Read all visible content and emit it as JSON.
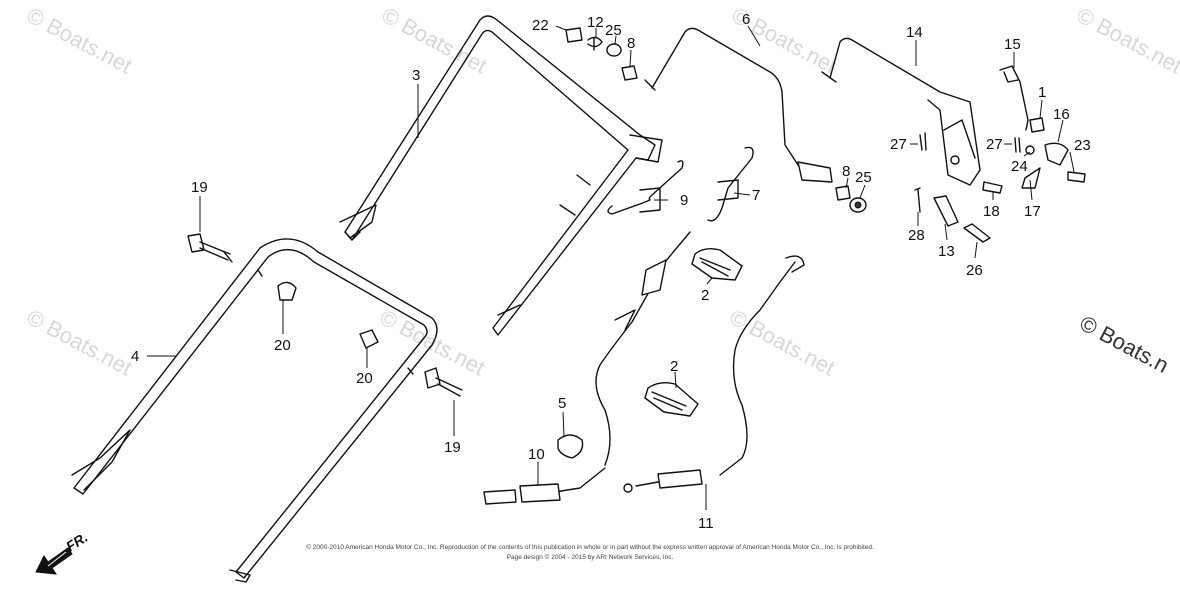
{
  "watermark": {
    "small": "© Boats.net",
    "large": "© Boats.n"
  },
  "direction_label": "FR.",
  "callouts": {
    "c1": "1",
    "c2a": "2",
    "c2b": "2",
    "c3": "3",
    "c4": "4",
    "c5": "5",
    "c6": "6",
    "c7": "7",
    "c8a": "8",
    "c8b": "8",
    "c9": "9",
    "c10": "10",
    "c11": "11",
    "c12": "12",
    "c13": "13",
    "c14": "14",
    "c15": "15",
    "c16": "16",
    "c17": "17",
    "c18": "18",
    "c19a": "19",
    "c19b": "19",
    "c20a": "20",
    "c20b": "20",
    "c22": "22",
    "c23": "23",
    "c24": "24",
    "c25a": "25",
    "c25b": "25",
    "c26": "26",
    "c27a": "27",
    "c27b": "27",
    "c28": "28"
  },
  "copyright": {
    "line1": "© 2000-2010 American Honda Motor Co., Inc. Reproduction of the contents of this publication in whole or in part without the express written approval of American Honda Motor Co., Inc. is prohibited.",
    "line2": "Page design © 2004 - 2015 by ARI Network Services, Inc."
  }
}
